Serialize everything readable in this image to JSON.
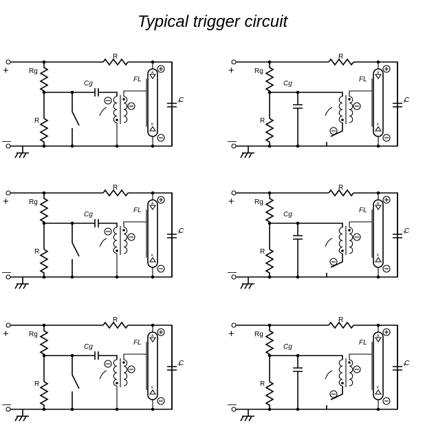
{
  "title": "Typical trigger circuit",
  "labels": {
    "resistor": "R",
    "grid_resistor": "Rg",
    "trigger_capacitor": "Cg",
    "lamp": "FL",
    "storage_capacitor": "C",
    "plus": "+",
    "minus": "—",
    "plus_cap": "+",
    "anode_letter": "A",
    "cathode_letter": "K"
  },
  "circuits": [
    {
      "id": "top-left",
      "variant": "switch-series"
    },
    {
      "id": "top-right",
      "variant": "cap-shunt"
    },
    {
      "id": "middle-left",
      "variant": "switch-series-b"
    },
    {
      "id": "middle-right",
      "variant": "cap-shunt-b"
    },
    {
      "id": "bottom-left",
      "variant": "switch-series-c"
    },
    {
      "id": "bottom-right",
      "variant": "cap-shunt-c"
    }
  ]
}
